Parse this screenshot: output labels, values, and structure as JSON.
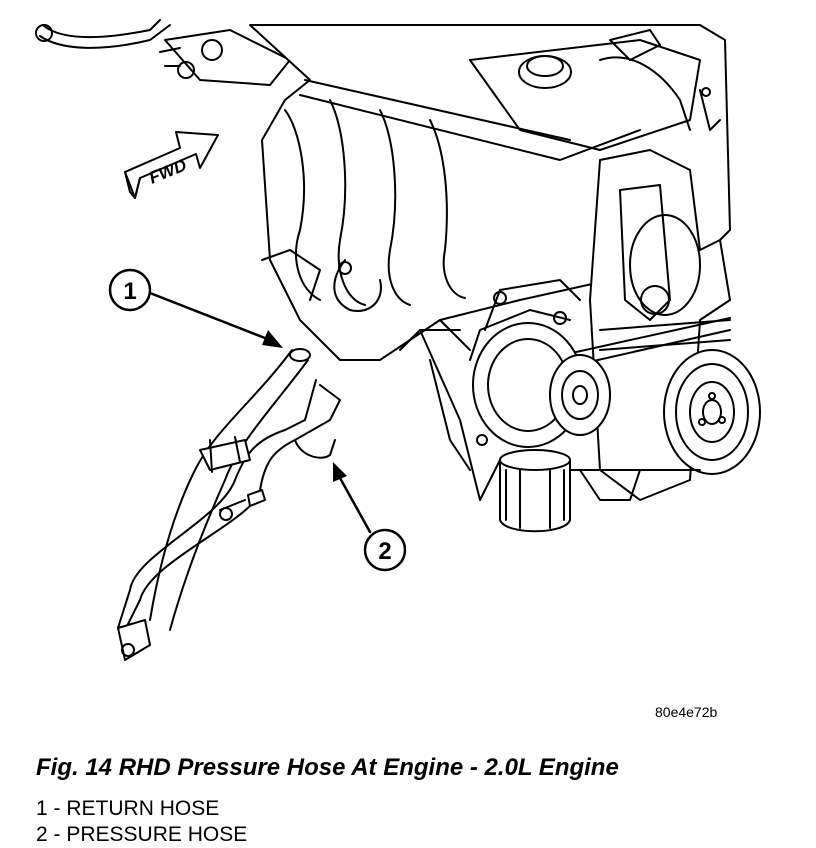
{
  "figure": {
    "fwd_label": "FWD",
    "callouts": [
      "1",
      "2"
    ],
    "figure_id": "80e4e72b"
  },
  "caption": "Fig. 14 RHD Pressure Hose At Engine - 2.0L Engine",
  "legend": [
    {
      "number": "1",
      "label": "RETURN HOSE"
    },
    {
      "number": "2",
      "label": "PRESSURE HOSE"
    }
  ]
}
